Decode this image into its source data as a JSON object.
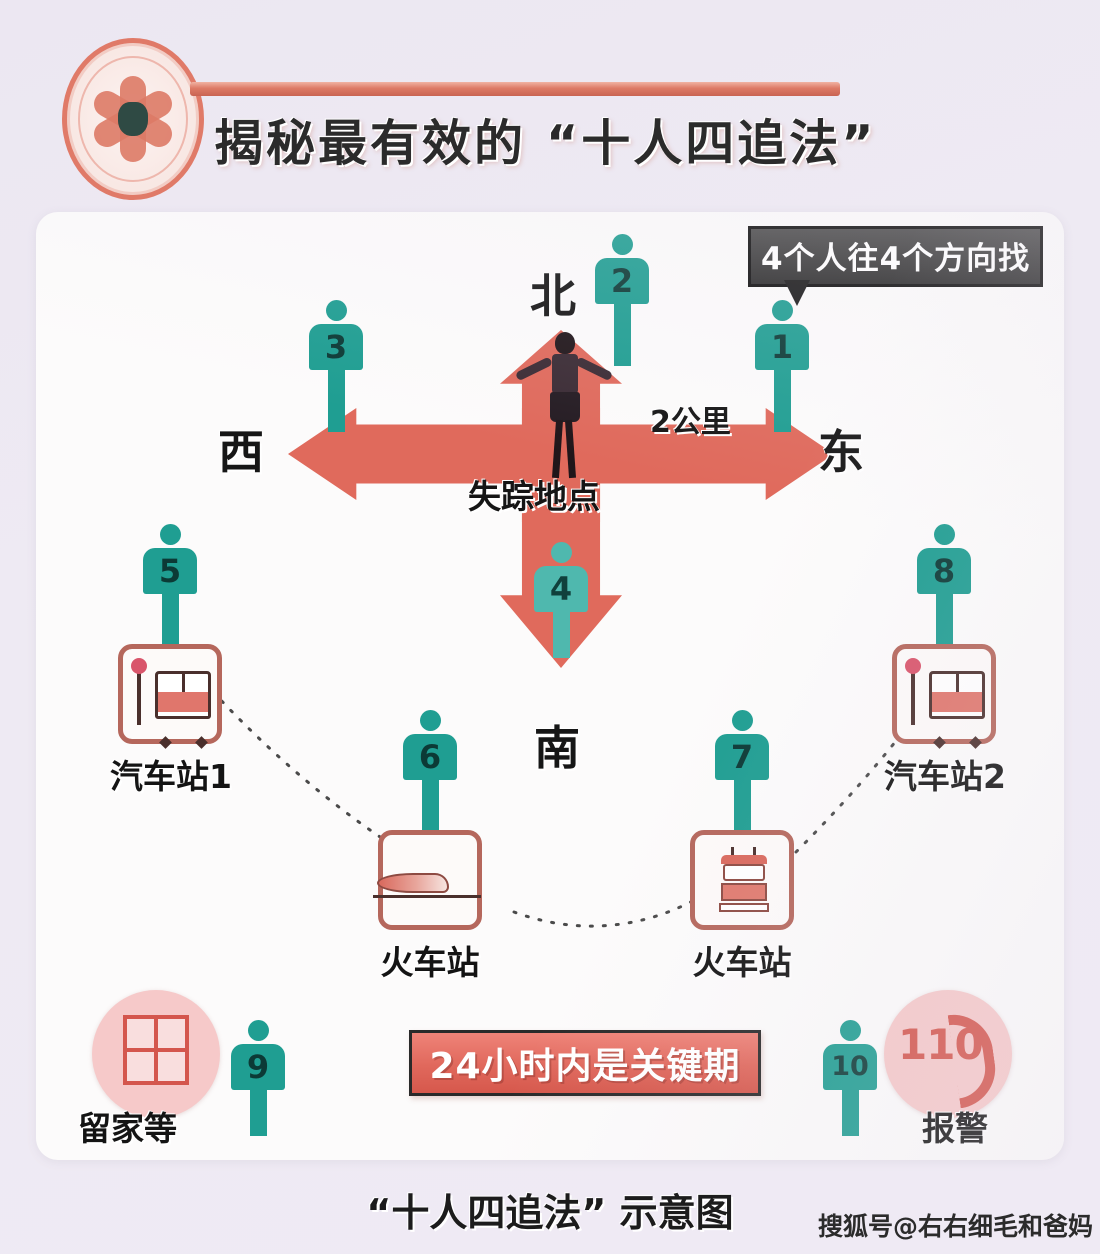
{
  "header": {
    "title": "揭秘最有效的 “十人四追法”",
    "seal_icon": "flower-seal-icon"
  },
  "callout": {
    "text": "4个人往4个方向找"
  },
  "center": {
    "missing_label": "失踪地点",
    "distance_label": "2公里"
  },
  "directions": [
    {
      "name": "north",
      "label": "北"
    },
    {
      "name": "east",
      "label": "东"
    },
    {
      "name": "west",
      "label": "西"
    },
    {
      "name": "south",
      "label": "南"
    }
  ],
  "people": [
    {
      "id": "1",
      "role": "east-searcher"
    },
    {
      "id": "2",
      "role": "north-searcher"
    },
    {
      "id": "3",
      "role": "west-searcher"
    },
    {
      "id": "4",
      "role": "south-searcher"
    },
    {
      "id": "5",
      "role": "bus-station-1"
    },
    {
      "id": "6",
      "role": "train-station-left"
    },
    {
      "id": "7",
      "role": "train-station-right"
    },
    {
      "id": "8",
      "role": "bus-station-2"
    },
    {
      "id": "9",
      "role": "stay-home"
    },
    {
      "id": "10",
      "role": "call-police"
    }
  ],
  "stations": [
    {
      "name": "bus-station-1",
      "label": "汽车站1",
      "icon": "bus-icon"
    },
    {
      "name": "train-station-left",
      "label": "火车站",
      "icon": "high-speed-train-icon"
    },
    {
      "name": "train-station-right",
      "label": "火车站",
      "icon": "train-front-icon"
    },
    {
      "name": "bus-station-2",
      "label": "汽车站2",
      "icon": "bus-icon"
    }
  ],
  "bottom": {
    "stay_home_label": "留家等",
    "stay_home_icon": "house-window-icon",
    "police_label": "报警",
    "police_number": "110",
    "police_icon": "telephone-handset-icon",
    "banner_text": "24小时内是关键期"
  },
  "footer": {
    "caption": "“十人四追法” 示意图",
    "watermark": "搜狐号@右右细毛和爸妈"
  },
  "colors": {
    "arrow_red": "#e06a5c",
    "person_teal": "#1f9e92",
    "banner_red": "#e0685c",
    "seal_border": "#e07a68",
    "page_bg": "#ece7f2",
    "card_bg": "#fcfbfb",
    "station_border": "#b5675c",
    "circle_pink": "#f6c9c9"
  }
}
